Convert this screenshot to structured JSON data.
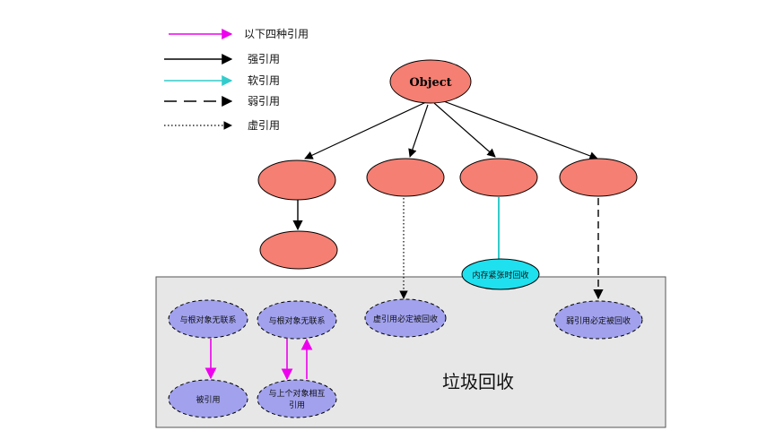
{
  "legend": {
    "items": [
      {
        "label": "以下四种引用",
        "style": "pink"
      },
      {
        "label": "强引用",
        "style": "solid"
      },
      {
        "label": "软引用",
        "style": "cyan"
      },
      {
        "label": "弱引用",
        "style": "dashed"
      },
      {
        "label": "虚引用",
        "style": "dotted"
      }
    ]
  },
  "root": {
    "label": "Object"
  },
  "gc_area": {
    "title": "垃圾回收"
  },
  "soft_node": {
    "label": "内存紧张时回收"
  },
  "gc_nodes": {
    "unlinked_1": "与根对象无联系",
    "unlinked_2": "与根对象无联系",
    "referenced": "被引用",
    "mutual_line1": "与上个对象相互",
    "mutual_line2": "引用",
    "phantom": "虚引用必定被回收",
    "weak": "弱引用必定被回收"
  },
  "colors": {
    "object_fill": "#f47f72",
    "gc_node_fill": "#a1a1ee",
    "soft_fill": "#1ee0ee",
    "gc_area_fill": "#e7e7e7",
    "pink": "#ee00ee",
    "cyan": "#33cccc"
  }
}
